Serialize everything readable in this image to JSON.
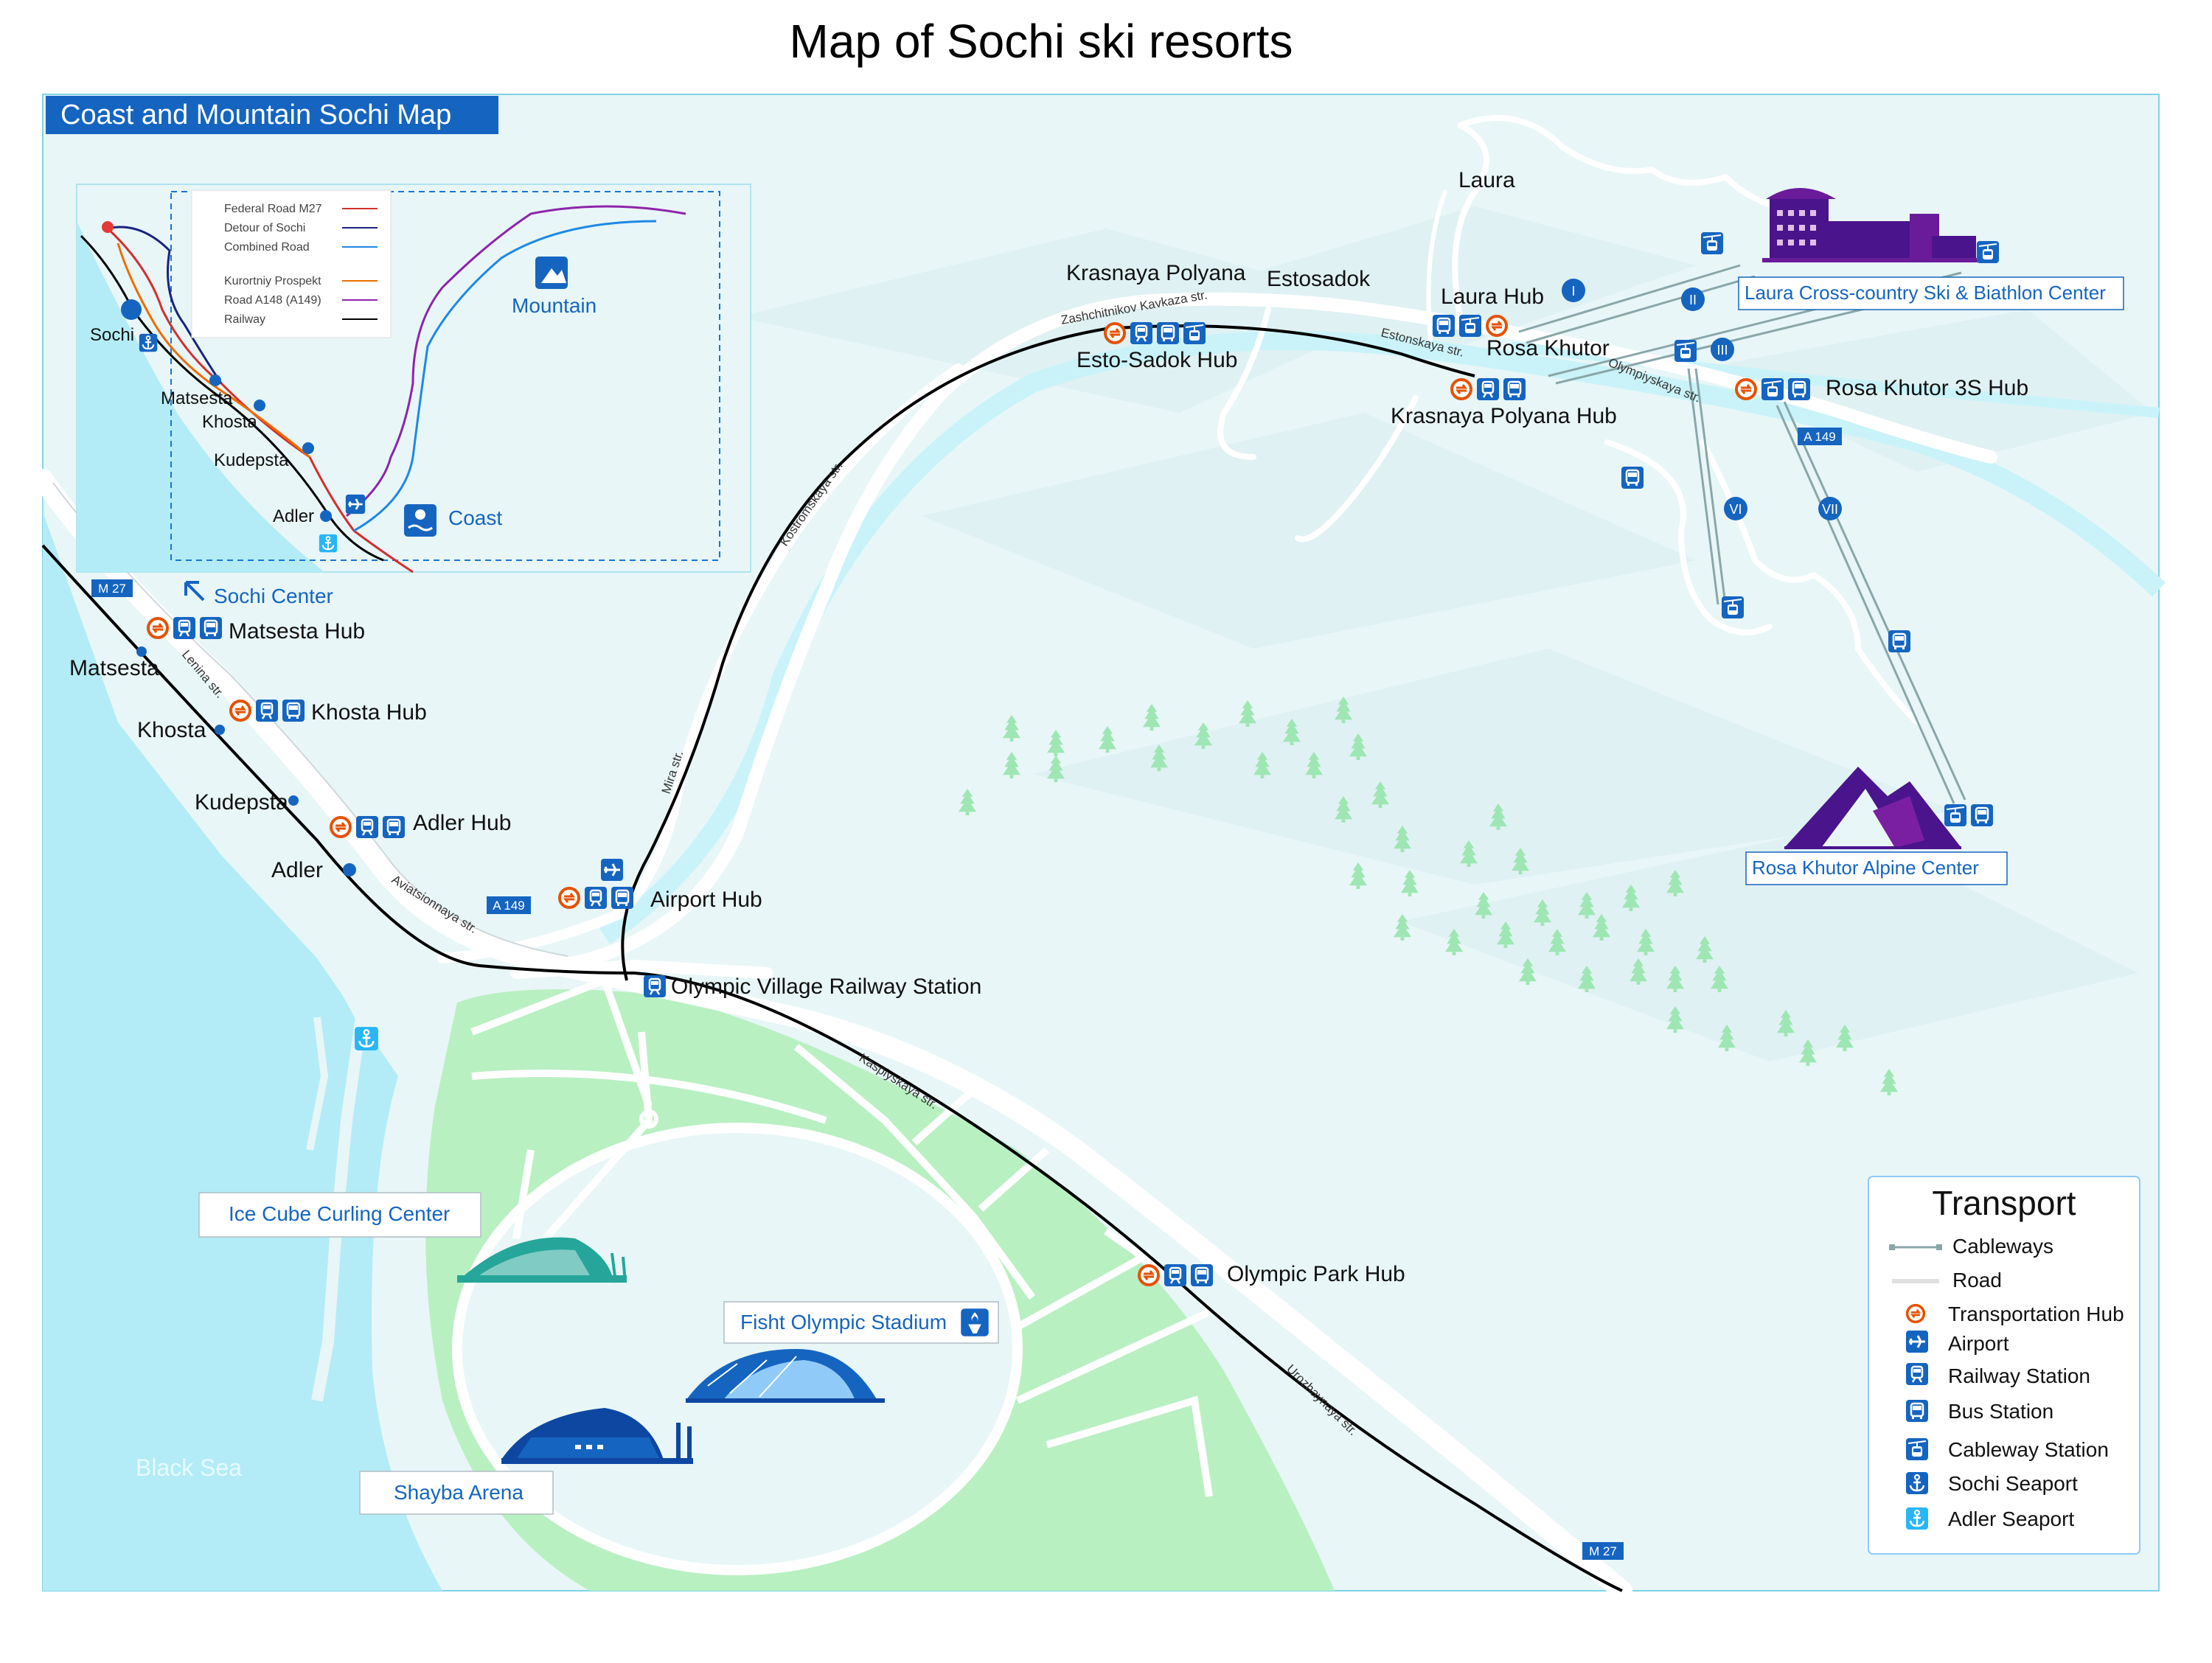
{
  "page": {
    "title": "Map of Sochi ski resorts"
  },
  "main_map": {
    "title": "Coast and Mountain Sochi Map",
    "sea_label": "Black Sea",
    "places": {
      "laura": "Laura",
      "krasnaya_polyana": "Krasnaya Polyana",
      "estosadok": "Estosadok",
      "rosa_khutor": "Rosa Khutor",
      "matsesta": "Matsesta",
      "khosta": "Khosta",
      "kudepsta": "Kudepsta",
      "adler": "Adler"
    },
    "sochi_center": "Sochi Center",
    "hubs": {
      "matsesta": "Matsesta Hub",
      "khosta": "Khosta Hub",
      "adler": "Adler Hub",
      "airport": "Airport Hub",
      "olympic_village": "Olympic Village Railway Station",
      "olympic_park": "Olympic Park Hub",
      "esto_sadok": "Esto-Sadok Hub",
      "krasnaya_polyana": "Krasnaya Polyana Hub",
      "laura": "Laura Hub",
      "rosa_khutor_3s": "Rosa Khutor 3S Hub"
    },
    "venues": {
      "laura_center": "Laura Cross-country Ski & Biathlon Center",
      "rosa_khutor_alpine": "Rosa Khutor  Alpine Center",
      "ice_cube": "Ice Cube  Curling Center",
      "fisht": "Fisht Olympic Stadium",
      "shayba": "Shayba Arena"
    },
    "streets": {
      "lenina": "Lenina str.",
      "aviatsionnaya": "Aviatsionnaya str.",
      "mira": "Mira str.",
      "kostromskaya": "Kostromskaya str.",
      "zashchitnikov": "Zashchitnikov Kavkaza str.",
      "estonskaya": "Estonskaya str.",
      "olympiyskaya": "Olympiyskaya str.",
      "kaspiyskaya": "Kaspiyskaya str.",
      "urozhaynaya": "Urozhaynaya str."
    },
    "road_badges": {
      "m27_a": "M 27",
      "m27_b": "M 27",
      "a149_a": "A 149",
      "a149_b": "A 149"
    },
    "cableway_numerals": [
      "I",
      "II",
      "III",
      "VI",
      "VII"
    ]
  },
  "inset": {
    "labels": {
      "sochi": "Sochi",
      "matsesta": "Matsesta",
      "khosta": "Khosta",
      "kudepsta": "Kudepsta",
      "adler": "Adler",
      "mountain": "Mountain",
      "coast": "Coast"
    },
    "legend": [
      {
        "label": "Federal Road M27",
        "color": "#d32f2f"
      },
      {
        "label": "Detour of Sochi",
        "color": "#1a237e"
      },
      {
        "label": "Combined Road",
        "color": "#1e88e5"
      },
      {
        "label": "Kurortniy Prospekt",
        "color": "#ef6c00"
      },
      {
        "label": "Road A148 (A149)",
        "color": "#8e24aa"
      },
      {
        "label": "Railway",
        "color": "#000000"
      }
    ]
  },
  "legend": {
    "title": "Transport",
    "items": [
      {
        "icon": "cableway-line",
        "label": "Cableways"
      },
      {
        "icon": "road-line",
        "label": "Road"
      },
      {
        "icon": "transport-hub-icon",
        "label": "Transportation Hub"
      },
      {
        "icon": "airport-icon",
        "label": "Airport"
      },
      {
        "icon": "railway-station-icon",
        "label": "Railway Station"
      },
      {
        "icon": "bus-station-icon",
        "label": "Bus Station"
      },
      {
        "icon": "cableway-station-icon",
        "label": "Cableway Station"
      },
      {
        "icon": "sochi-seaport-icon",
        "label": "Sochi Seaport"
      },
      {
        "icon": "adler-seaport-icon",
        "label": "Adler Seaport"
      }
    ]
  },
  "colors": {
    "sea": "#b3ecf6",
    "land": "#e8f6f7",
    "park": "#b9f0c2",
    "road": "#ffffff",
    "rail": "#000000",
    "icon_blue": "#1565c0",
    "hub_orange": "#e65100",
    "river": "#c9f3f9",
    "venue_purple": "#4a148c"
  }
}
